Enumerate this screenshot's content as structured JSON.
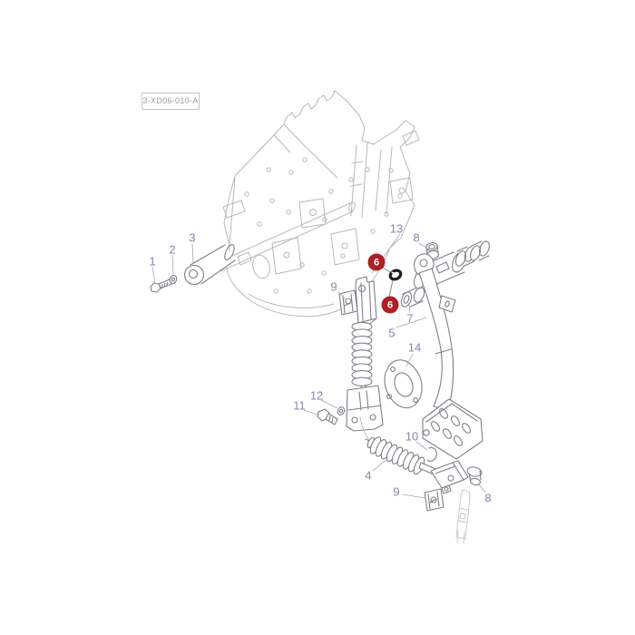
{
  "drawing": {
    "code_label": "3-XD06-010-A",
    "housing_line_color": "#b7b7bf",
    "part_line_color": "#7f7f88",
    "faint_line_color": "#c9c9cf",
    "callout_color": "#8787ae",
    "marker_color": "#ab2025",
    "marker_text_color": "#ffffff",
    "background": "#ffffff"
  },
  "callouts": [
    {
      "label": "1"
    },
    {
      "label": "2"
    },
    {
      "label": "3"
    },
    {
      "label": "13"
    },
    {
      "label": "8"
    },
    {
      "label": "9"
    },
    {
      "label": "7"
    },
    {
      "label": "5"
    },
    {
      "label": "14"
    },
    {
      "label": "12"
    },
    {
      "label": "11"
    },
    {
      "label": "10"
    },
    {
      "label": "4"
    },
    {
      "label": "9"
    },
    {
      "label": "8"
    }
  ],
  "markers": [
    {
      "label": "6"
    },
    {
      "label": "6"
    }
  ]
}
